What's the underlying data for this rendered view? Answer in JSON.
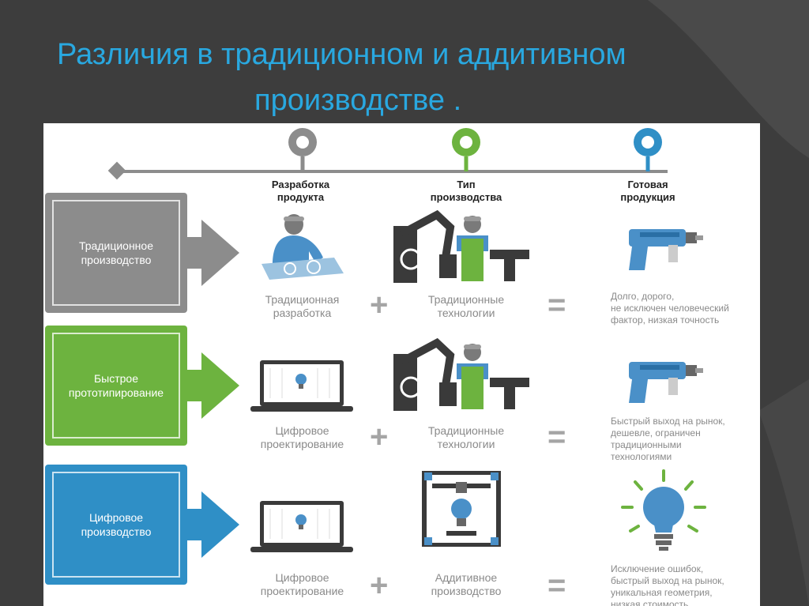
{
  "slide": {
    "title_line1": "Различия в традиционном и аддитивном",
    "title_line2": "производстве ."
  },
  "columns": {
    "development": "Разработка\nпродукта",
    "production_type": "Тип\nпроизводства",
    "finished_product": "Готовая\nпродукция"
  },
  "rows": [
    {
      "label": "Традиционное\nпроизводство",
      "color": "#8c8c8c",
      "development": "Традиционная\nразработка",
      "production": "Традиционные\nтехнологии",
      "result": "Долго, дорого,\nне исключен человеческий\nфактор, низкая точность"
    },
    {
      "label": "Быстрое\nпрототипирование",
      "color": "#6db33f",
      "development": "Цифровое\nпроектирование",
      "production": "Традиционные\nтехнологии",
      "result": "Быстрый выход на рынок,\nдешевле, ограничен\nтрадиционными\nтехнологиями"
    },
    {
      "label": "Цифровое\nпроизводство",
      "color": "#2f8fc6",
      "development": "Цифровое\nпроектирование",
      "production": "Аддитивное\nпроизводство",
      "result": "Исключение ошибок,\nбыстрый выход на рынок,\nуникальная геометрия,\nнизкая стоимость"
    }
  ],
  "operators": {
    "plus": "+",
    "equals": "="
  },
  "colors": {
    "background": "#3d3d3d",
    "title": "#29a8e0",
    "gray": "#8c8c8c",
    "green": "#6db33f",
    "blue": "#2f8fc6"
  },
  "icons": [
    "timeline-pin-gray-icon",
    "timeline-pin-green-icon",
    "timeline-pin-blue-icon",
    "engineer-icon",
    "laptop-icon",
    "factory-worker-icon",
    "3d-printer-icon",
    "drill-icon",
    "lightbulb-icon"
  ]
}
